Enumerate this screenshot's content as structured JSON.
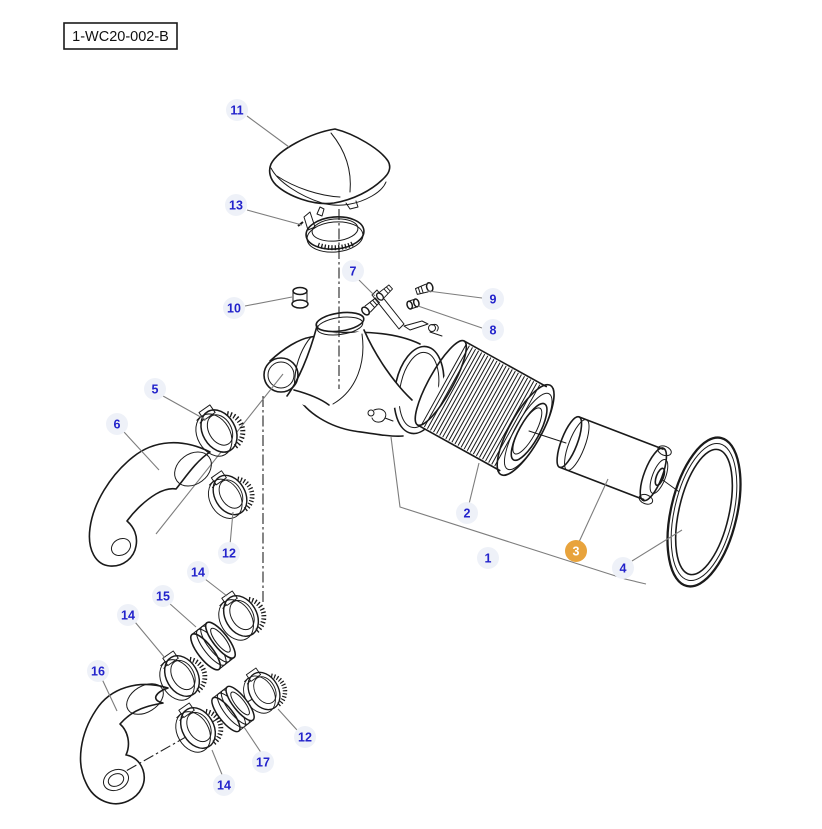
{
  "diagram": {
    "part_code": "1-WC20-002-B",
    "colors": {
      "callout_text": "#2323cb",
      "badge_fill": "#eef1f8",
      "highlight_fill": "#e8a33c",
      "highlight_text": "#ffffff",
      "line": "#1a1a1a",
      "leader": "#7d7d7d",
      "background": "#ffffff"
    },
    "callouts": [
      {
        "id": "callout-11",
        "num": "11",
        "highlighted": false
      },
      {
        "id": "callout-13",
        "num": "13",
        "highlighted": false
      },
      {
        "id": "callout-10",
        "num": "10",
        "highlighted": false
      },
      {
        "id": "callout-7",
        "num": "7",
        "highlighted": false
      },
      {
        "id": "callout-9",
        "num": "9",
        "highlighted": false
      },
      {
        "id": "callout-8",
        "num": "8",
        "highlighted": false
      },
      {
        "id": "callout-5",
        "num": "5",
        "highlighted": false
      },
      {
        "id": "callout-6",
        "num": "6",
        "highlighted": false
      },
      {
        "id": "callout-12-upper",
        "num": "12",
        "highlighted": false
      },
      {
        "id": "callout-2",
        "num": "2",
        "highlighted": false
      },
      {
        "id": "callout-1",
        "num": "1",
        "highlighted": false
      },
      {
        "id": "callout-3",
        "num": "3",
        "highlighted": true
      },
      {
        "id": "callout-4",
        "num": "4",
        "highlighted": false
      },
      {
        "id": "callout-14-top",
        "num": "14",
        "highlighted": false
      },
      {
        "id": "callout-15",
        "num": "15",
        "highlighted": false
      },
      {
        "id": "callout-14-left",
        "num": "14",
        "highlighted": false
      },
      {
        "id": "callout-16",
        "num": "16",
        "highlighted": false
      },
      {
        "id": "callout-12-lower",
        "num": "12",
        "highlighted": false
      },
      {
        "id": "callout-17",
        "num": "17",
        "highlighted": false
      },
      {
        "id": "callout-14-bottom",
        "num": "14",
        "highlighted": false
      }
    ]
  }
}
